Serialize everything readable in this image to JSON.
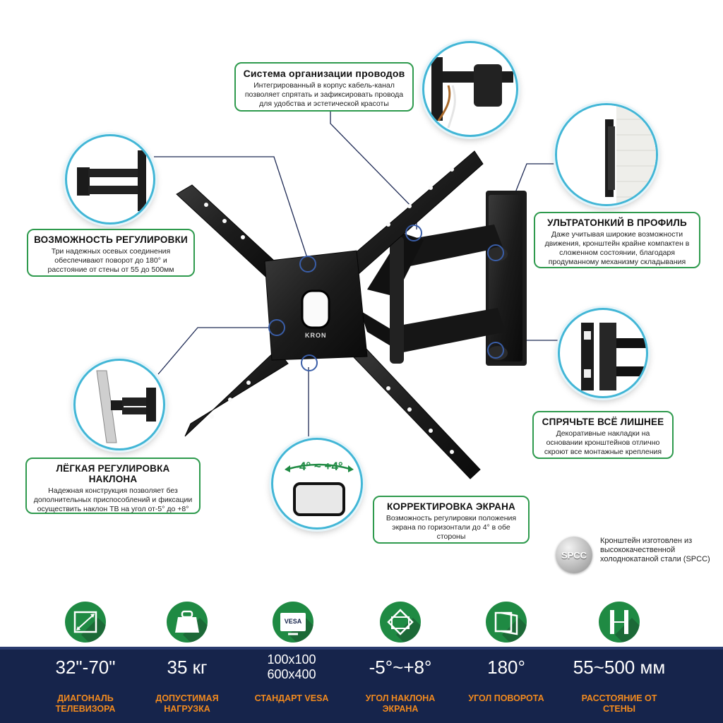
{
  "callouts": {
    "cable": {
      "title": "Система организации проводов",
      "text": "Интегрированный в корпус кабель-канал позволяет спрятать и зафиксировать провода для удобства и эстетической красоты"
    },
    "adjust": {
      "title": "ВОЗМОЖНОСТЬ РЕГУЛИРОВКИ",
      "text": "Три надежных осевых соединения обеспечивают поворот  до 180° и расстояние от стены от 55 до 500мм"
    },
    "thin": {
      "title": "УЛЬТРАТОНКИЙ В ПРОФИЛЬ",
      "text": "Даже учитывая широкие возможности движения, кронштейн крайне компактен в сложенном состоянии, благодаря продуманному механизму складывания"
    },
    "hide": {
      "title": "СПРЯЧЬТЕ ВСЁ ЛИШНЕЕ",
      "text": "Декоративные накладки на основании кронштейнов отлично скроют все монтажные крепления"
    },
    "tilt": {
      "title": "ЛЁГКАЯ РЕГУЛИРОВКА НАКЛОНА",
      "text": "Надежная конструкция позволяет без дополнительных приспособлений и фиксации осуществить наклон ТВ на угол от-5° до +8°"
    },
    "screen": {
      "title": "КОРРЕКТИРОВКА ЭКРАНА",
      "text": "Возможность регулировки положения экрана по горизонтали до 4° в обе стороны"
    }
  },
  "screen_badge": "-4° ~ +4°",
  "brand": "KRON",
  "spcc": {
    "badge": "SPCC",
    "text": "Кронштейн изготовлен из высококачественной холоднокатаной стали (SPCC)"
  },
  "specs": [
    {
      "icon": "diagonal-icon",
      "value": "32\"-70\"",
      "label": "ДИАГОНАЛЬ ТЕЛЕВИЗОРА"
    },
    {
      "icon": "weight-icon",
      "value": "35 кг",
      "label": "ДОПУСТИМАЯ НАГРУЗКА"
    },
    {
      "icon": "vesa-icon",
      "icon_text": "VESA",
      "value": "100x100\n600x400",
      "label": "СТАНДАРТ VESA"
    },
    {
      "icon": "tilt-icon",
      "value": "-5°~+8°",
      "label": "УГОЛ НАКЛОНА ЭКРАНА"
    },
    {
      "icon": "rotation-icon",
      "value": "180°",
      "label": "УГОЛ ПОВОРОТА"
    },
    {
      "icon": "distance-icon",
      "value": "55~500 мм",
      "label": "РАССТОЯНИЕ ОТ СТЕНЫ"
    }
  ],
  "colors": {
    "accent_green": "#2e9a4d",
    "circle_blue": "#42b6d6",
    "band_navy": "#16244b",
    "label_orange": "#f28a1e"
  }
}
